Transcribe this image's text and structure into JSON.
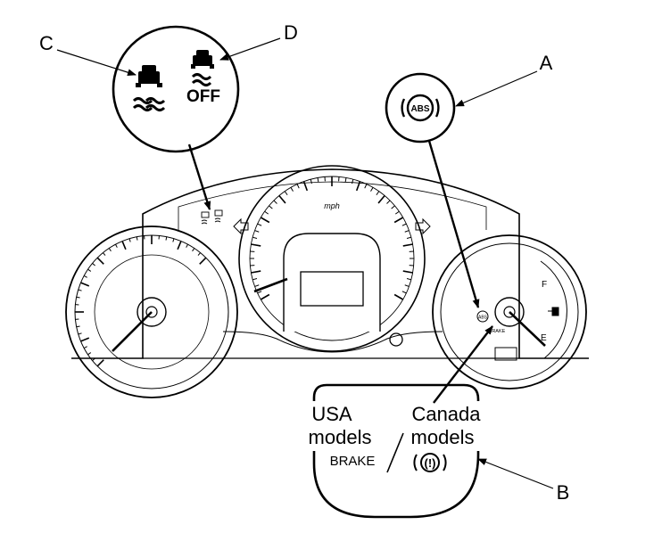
{
  "callouts": {
    "a": "A",
    "b": "B",
    "c": "C",
    "d": "D"
  },
  "insets": {
    "c_d": {
      "off_label": "OFF"
    },
    "a": {
      "abs_label": "ABS"
    },
    "b": {
      "usa_line1": "USA",
      "usa_line2": "models",
      "usa_indicator": "BRAKE",
      "canada_line1": "Canada",
      "canada_line2": "models",
      "canada_indicator": "(!)"
    }
  },
  "cluster": {
    "speed_unit": "mph",
    "fuel_full": "F",
    "fuel_empty": "E",
    "brake_text": "BRAKE"
  },
  "icons": [
    "vsa-activation-icon",
    "vsa-off-icon",
    "abs-icon",
    "brake-system-icon",
    "fuel-pump-icon",
    "turn-signal-left-icon",
    "turn-signal-right-icon"
  ]
}
